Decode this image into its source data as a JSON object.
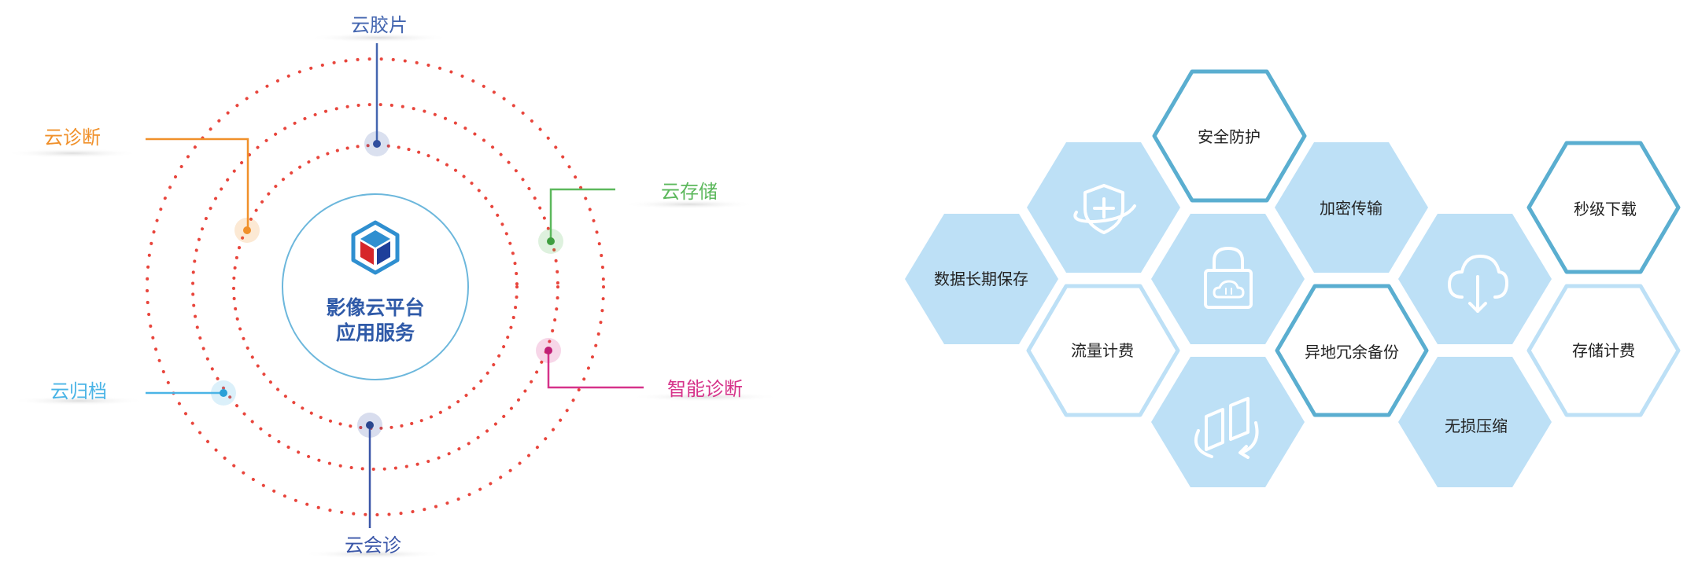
{
  "orbit": {
    "center_title_line1": "影像云平台",
    "center_title_line2": "应用服务",
    "services": [
      {
        "key": "film",
        "label": "云胶片",
        "color": "#4466b0"
      },
      {
        "key": "diagnosis",
        "label": "云诊断",
        "color": "#f0902a"
      },
      {
        "key": "storage",
        "label": "云存储",
        "color": "#5cb85c"
      },
      {
        "key": "archive",
        "label": "云归档",
        "color": "#4ab4e6"
      },
      {
        "key": "smart",
        "label": "智能诊断",
        "color": "#d6338a"
      },
      {
        "key": "consult",
        "label": "云会诊",
        "color": "#3a56a8"
      }
    ],
    "ring_color": "#e8453c"
  },
  "features": {
    "items": [
      {
        "key": "security",
        "label": "安全防护"
      },
      {
        "key": "encrypt",
        "label": "加密传输"
      },
      {
        "key": "download",
        "label": "秒级下载"
      },
      {
        "key": "longterm",
        "label": "数据长期保存"
      },
      {
        "key": "traffic",
        "label": "流量计费"
      },
      {
        "key": "backup",
        "label": "异地冗余备份"
      },
      {
        "key": "storagefee",
        "label": "存储计费"
      },
      {
        "key": "compress",
        "label": "无损压缩"
      }
    ],
    "icons": [
      "shield-cross-icon",
      "cloud-lock-icon",
      "cloud-download-icon",
      "sync-devices-icon"
    ],
    "fill_color": "#bde0f6",
    "outline_color": "#5aaed0",
    "light_outline_color": "#bde0f6"
  }
}
